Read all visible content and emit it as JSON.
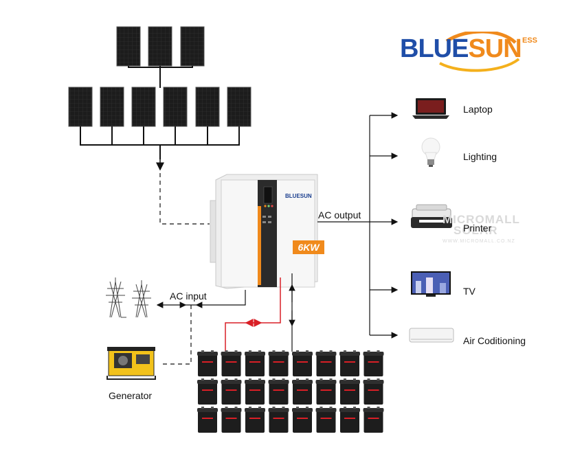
{
  "brand": {
    "name_part1": "BLUE",
    "name_part2": "SUN",
    "suffix": "ESS",
    "colors": {
      "blue": "#1f4ea8",
      "orange": "#f08a1c"
    }
  },
  "inverter": {
    "badge": "6KW",
    "brand_small": "BLUESUN"
  },
  "labels": {
    "ac_output": "AC output",
    "ac_input": "AC input",
    "generator": "Generator"
  },
  "loads": [
    {
      "label": "Laptop",
      "icon": "laptop-icon"
    },
    {
      "label": "Lighting",
      "icon": "light-bulb-icon"
    },
    {
      "label": "Printer",
      "icon": "printer-icon"
    },
    {
      "label": "TV",
      "icon": "tv-icon"
    },
    {
      "label": "Air Coditioning",
      "icon": "air-conditioner-icon"
    }
  ],
  "watermark": {
    "line1": "MICROMALL",
    "line2": "SOLAR",
    "line3": "WWW.MICROMALL.CO.NZ"
  },
  "solar_panels": {
    "top_row": 3,
    "bottom_row": 6
  },
  "battery_bank": {
    "rows": 3,
    "per_row": 8
  },
  "line_colors": {
    "dc_battery": "#d91f26",
    "wire": "#111111"
  }
}
